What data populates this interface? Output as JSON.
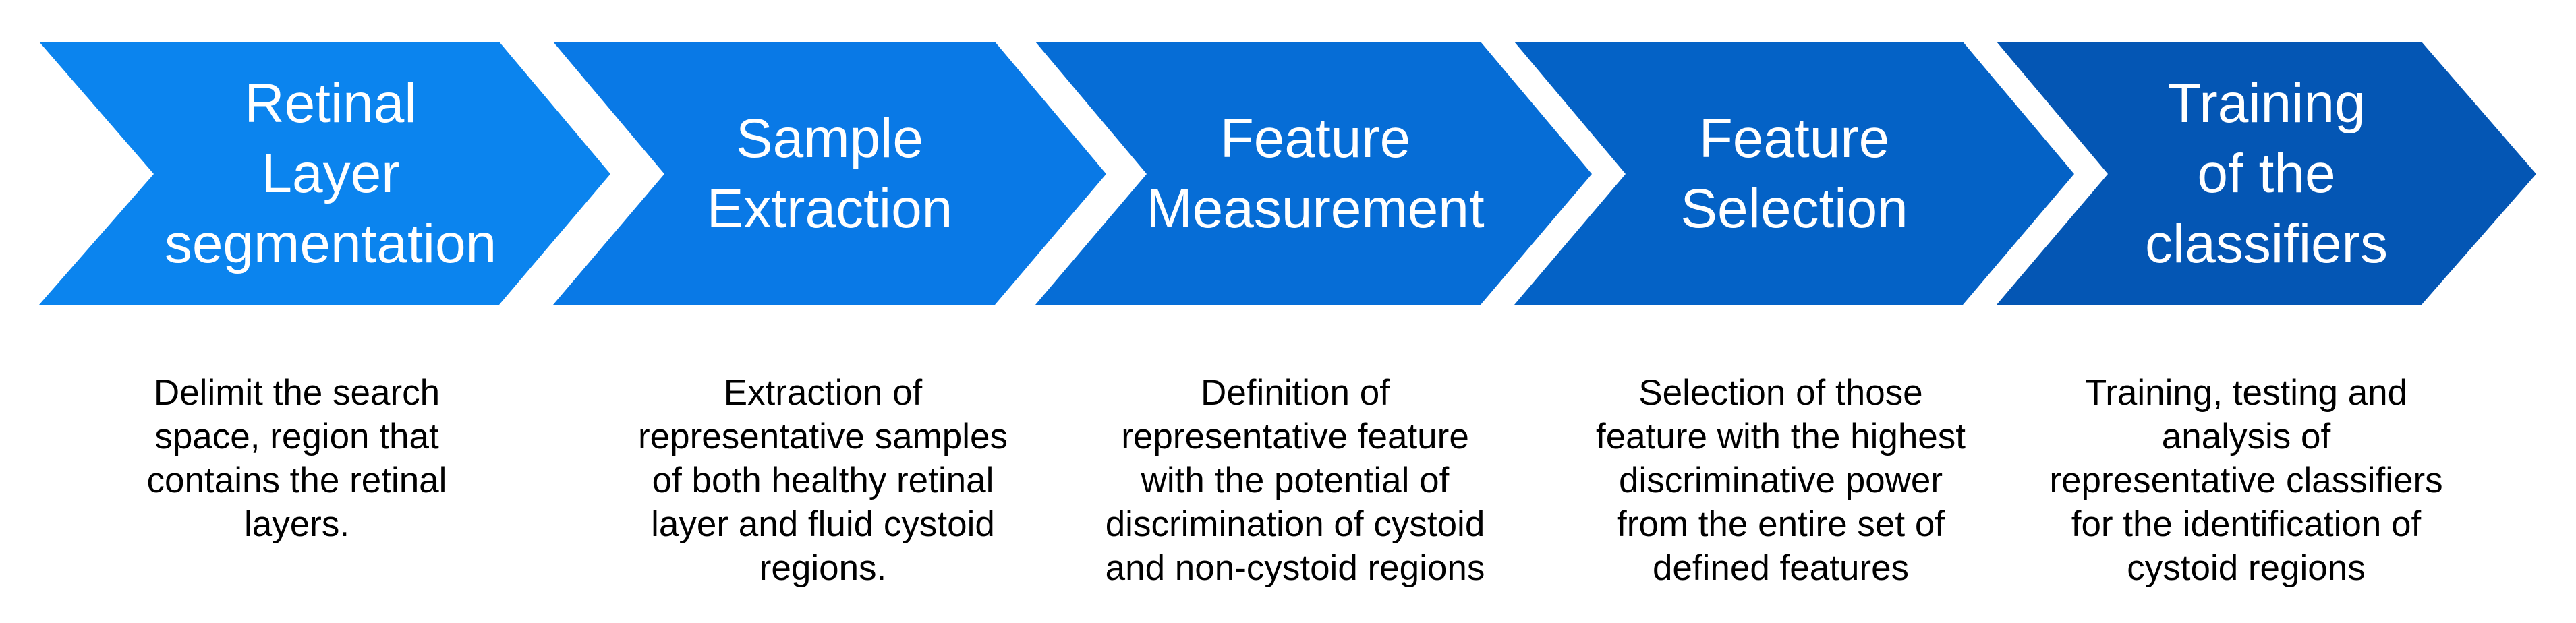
{
  "colors": {
    "background": "#ffffff",
    "label_text": "#ffffff",
    "description_text": "#000000"
  },
  "steps": [
    {
      "title": "Retinal\nLayer\nsegmentation",
      "description": "Delimit the search\nspace, region that\ncontains the retinal\nlayers.",
      "fill_color": "#0b84ee"
    },
    {
      "title": "Sample\nExtraction",
      "description": "Extraction of\nrepresentative samples\nof both healthy retinal\nlayer and fluid cystoid\nregions.",
      "fill_color": "#0979e6"
    },
    {
      "title": "Feature\nMeasurement",
      "description": "Definition of\nrepresentative feature\nwith the potential of\ndiscrimination of cystoid\nand non-cystoid regions",
      "fill_color": "#066dd6"
    },
    {
      "title": "Feature\nSelection",
      "description": "Selection of those\nfeature with the highest\ndiscriminative power\nfrom the entire set of\ndefined features",
      "fill_color": "#0462c6"
    },
    {
      "title": "Training\nof the\nclassifiers",
      "description": "Training, testing and\nanalysis of\nrepresentative classifiers\nfor the identification of\ncystoid regions",
      "fill_color": "#0456b4"
    }
  ]
}
